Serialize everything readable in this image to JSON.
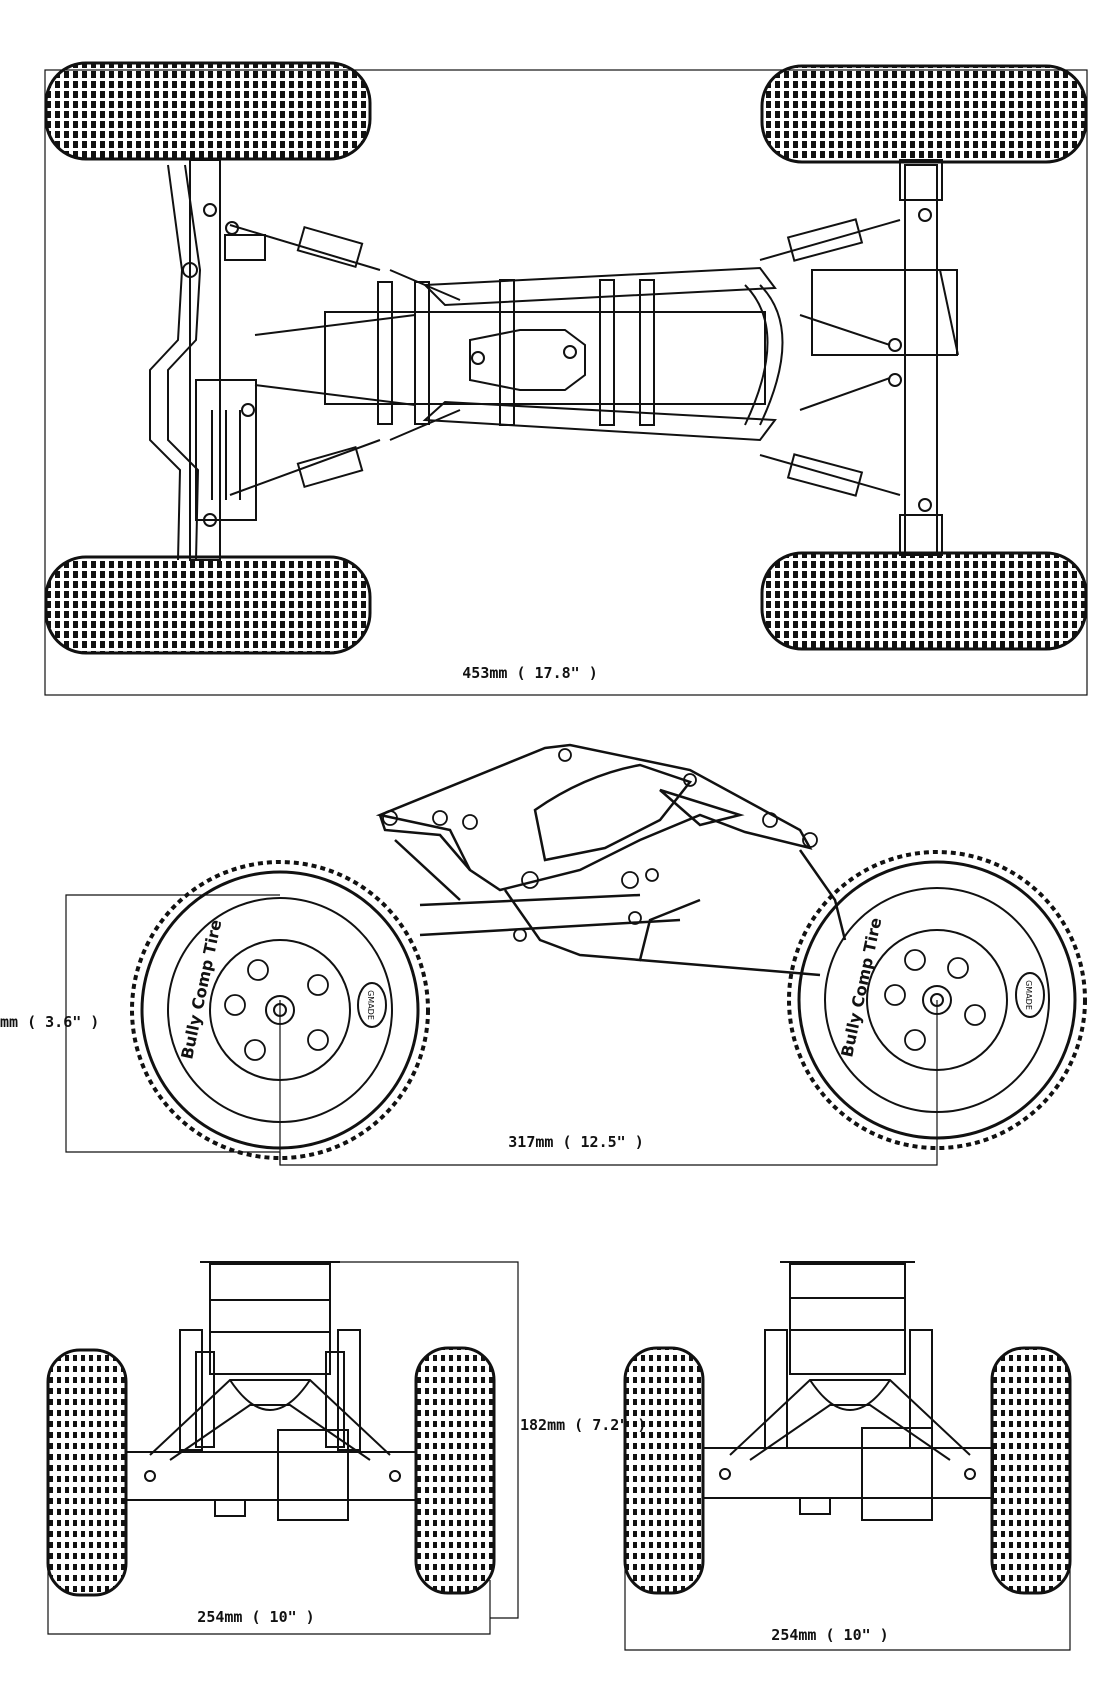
{
  "top_view": {
    "length_label": "453mm ( 17.8\" )"
  },
  "side_view": {
    "height_label": "mm ( 3.6\" )",
    "wheelbase_label": "317mm ( 12.5\" )",
    "tire_brand_front": "Bully Comp Tire",
    "tire_brand_rear": "Bully Comp Tire",
    "hub_logo": "GMADE"
  },
  "front_view": {
    "height_label": "182mm ( 7.2\" )",
    "width_label": "254mm ( 10\" )"
  },
  "rear_view": {
    "width_label": "254mm ( 10\" )"
  },
  "colors": {
    "line": "#111111",
    "background": "#ffffff"
  }
}
